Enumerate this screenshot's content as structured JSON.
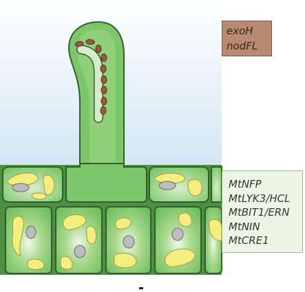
{
  "bacterial_genes": [
    "exoH",
    "nodFL"
  ],
  "plant_genes": [
    "MtNFP",
    "MtLYK3/HCL",
    "MtBIT1/ERN",
    "MtNIN",
    "MtCRE1"
  ],
  "colors": {
    "sky_gradient_top": "#ffffff",
    "sky_gradient_bottom": "#d3e6f3",
    "cell_fill": "#7cc76a",
    "cell_fill_light": "#b5dea3",
    "cell_outline": "#2f5f2a",
    "plastid_yellow": "#f4ee80",
    "nucleus_gray": "#bdbdbd",
    "bacterium_brown": "#9a5a47",
    "bacterial_box": "#b98a72",
    "plant_box": "#ecf5e3"
  }
}
